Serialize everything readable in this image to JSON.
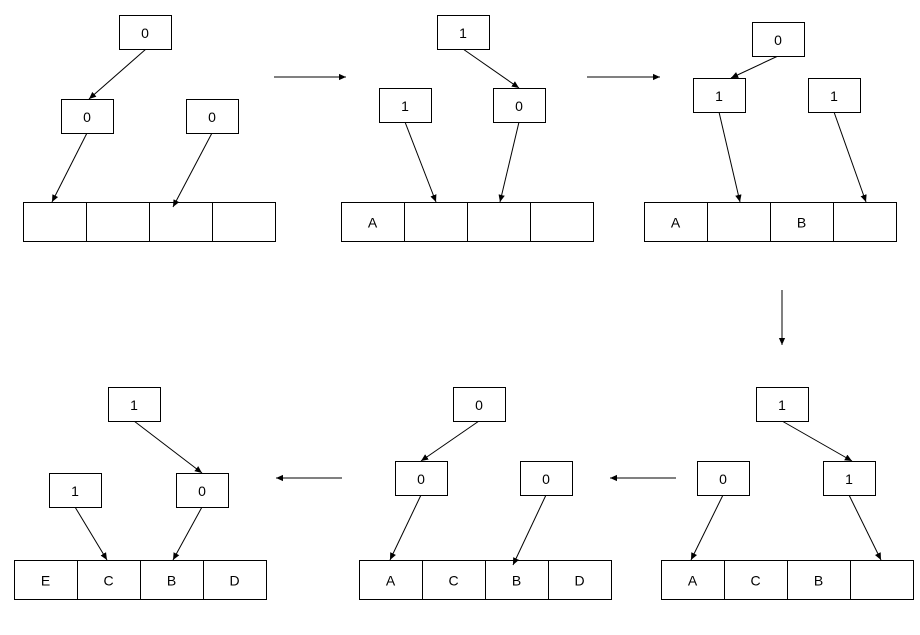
{
  "colors": {
    "stroke": "#000000",
    "background": "#ffffff"
  },
  "panels": [
    {
      "root": "0",
      "left": "0",
      "right": "0",
      "cells": [
        "",
        "",
        "",
        ""
      ]
    },
    {
      "root": "1",
      "left": "1",
      "right": "0",
      "cells": [
        "A",
        "",
        "",
        ""
      ]
    },
    {
      "root": "0",
      "left": "1",
      "right": "1",
      "cells": [
        "A",
        "",
        "B",
        ""
      ]
    },
    {
      "root": "1",
      "left": "0",
      "right": "1",
      "cells": [
        "A",
        "C",
        "B",
        ""
      ]
    },
    {
      "root": "0",
      "left": "0",
      "right": "0",
      "cells": [
        "A",
        "C",
        "B",
        "D"
      ]
    },
    {
      "root": "1",
      "left": "1",
      "right": "0",
      "cells": [
        "E",
        "C",
        "B",
        "D"
      ]
    }
  ]
}
